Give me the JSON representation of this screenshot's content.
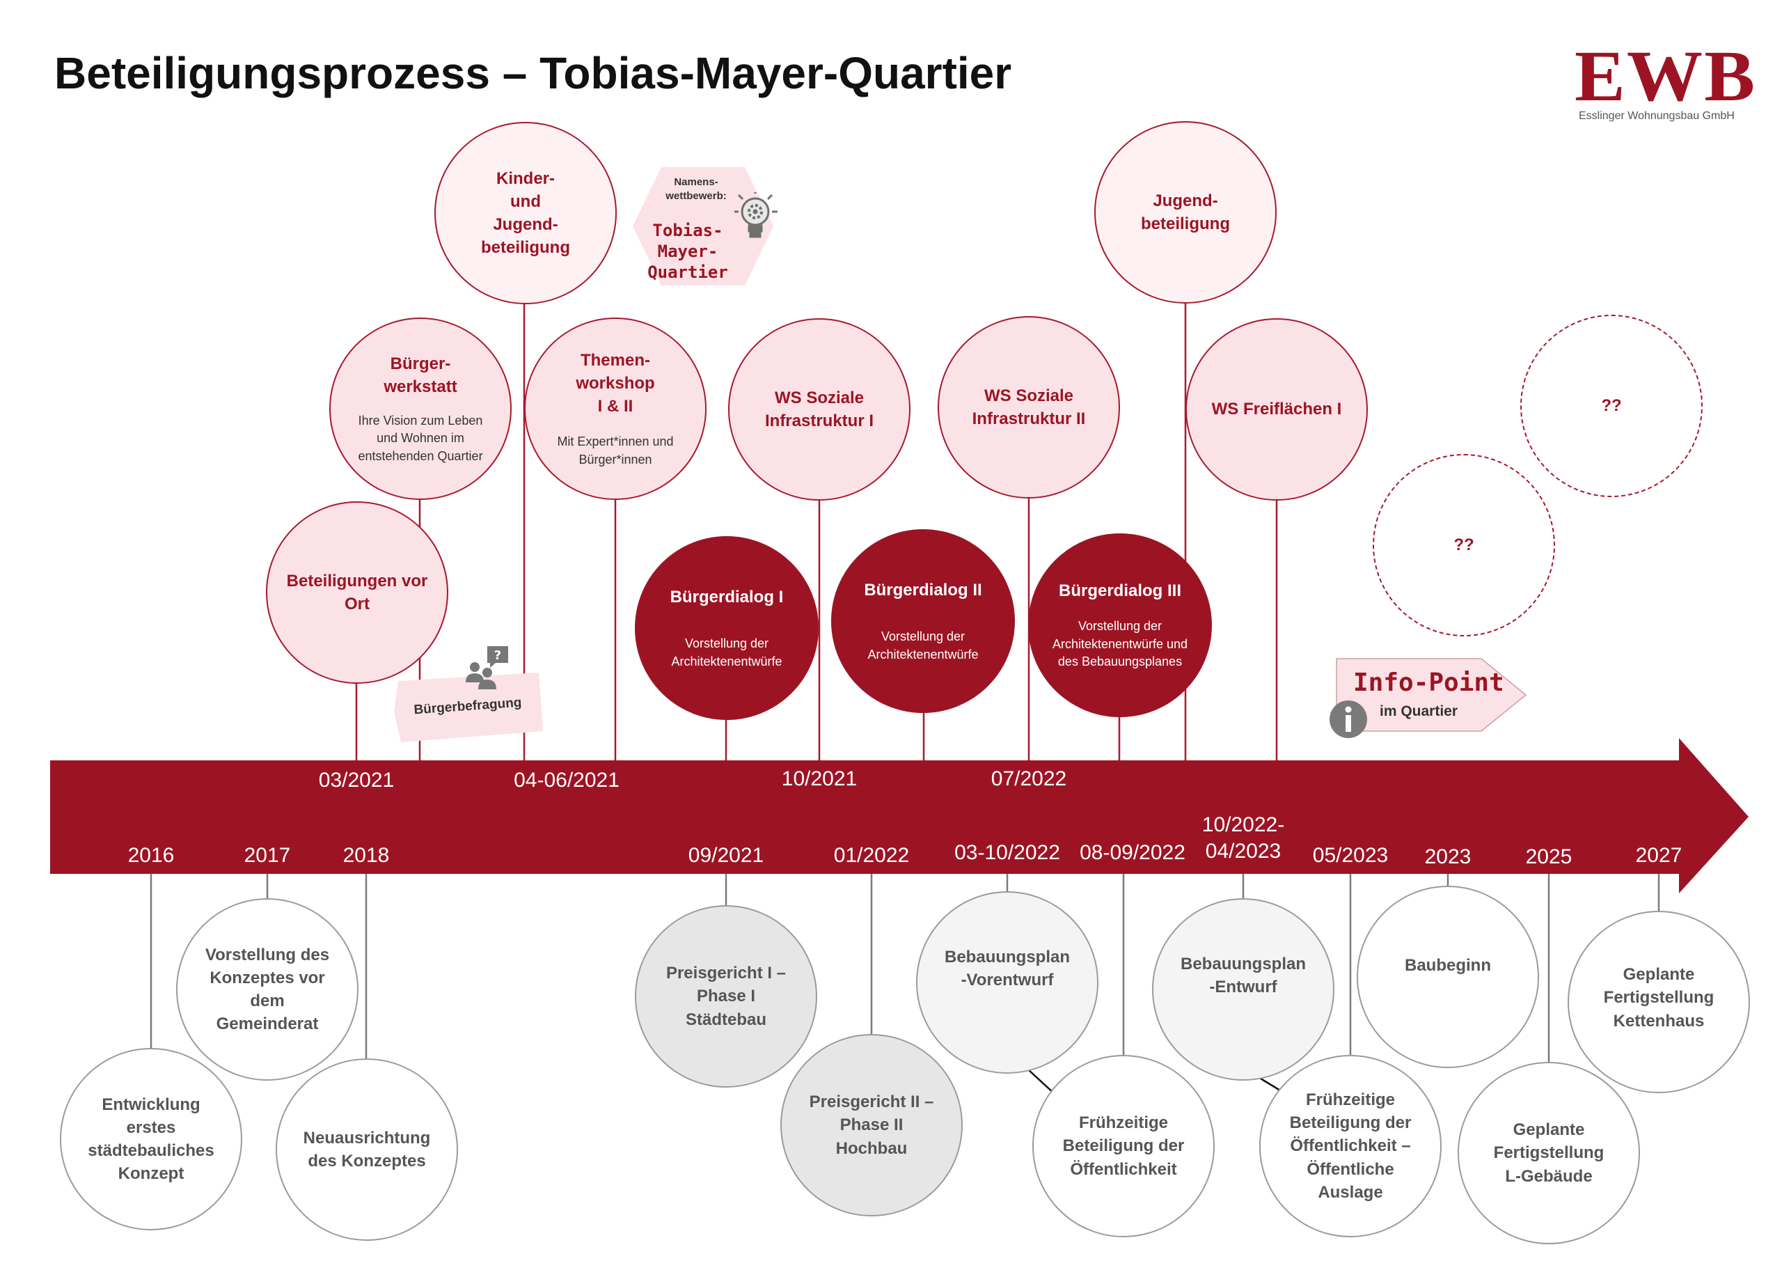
{
  "title": "Beteiligungsprozess – Tobias-Mayer-Quartier",
  "logo": {
    "mark": "EWB",
    "subtitle": "Esslinger Wohnungsbau GmbH"
  },
  "colors": {
    "dark_red": "#9c1424",
    "pink": "#fbe2e6",
    "grey": "#9b9b9b"
  },
  "above_timeline": {
    "kinder_jugend": {
      "title": "Kinder- und Jugend- beteiligung"
    },
    "buergerwerkstatt": {
      "title": "Bürger- werkstatt",
      "desc": "Ihre Vision zum Leben und Wohnen im entstehenden Quartier"
    },
    "beteiligungen_vor_ort": {
      "title": "Beteiligungen vor Ort"
    },
    "themenworkshop": {
      "title": "Themen- workshop I & II",
      "desc": "Mit Expert*innen und Bürger*innen"
    },
    "ws_soziale_1": {
      "title": "WS Soziale Infrastruktur I"
    },
    "ws_soziale_2": {
      "title": "WS Soziale Infrastruktur II"
    },
    "jugendbeteiligung": {
      "title": "Jugend- beteiligung"
    },
    "ws_freiflaechen": {
      "title": "WS Freiflächen I"
    },
    "buergerdialog_1": {
      "title": "Bürgerdialog I",
      "desc": "Vorstellung der Architektenentwürfe"
    },
    "buergerdialog_2": {
      "title": "Bürgerdialog II",
      "desc": "Vorstellung der Architektenentwürfe"
    },
    "buergerdialog_3": {
      "title": "Bürgerdialog III",
      "desc": "Vorstellung der Architektenentwürfe und des Bebauungsplanes"
    },
    "unknown_1": {
      "title": "??"
    },
    "unknown_2": {
      "title": "??"
    }
  },
  "namenswettbewerb": {
    "label": "Namens- wettbewerb:",
    "name": "Tobias- Mayer- Quartier"
  },
  "buergerbefragung": {
    "label": "Bürgerbefragung"
  },
  "info_point": {
    "title": "Info-Point",
    "sub": "im Quartier"
  },
  "dates_top": [
    "03/2021",
    "04-06/2021",
    "10/2021",
    "07/2022"
  ],
  "dates_bottom": [
    "2016",
    "2017",
    "2018",
    "09/2021",
    "01/2022",
    "03-10/2022",
    "08-09/2022",
    "10/2022- 04/2023",
    "05/2023",
    "2023",
    "2025",
    "2027"
  ],
  "below_timeline": {
    "entwicklung": "Entwicklung erstes städtebauliches Konzept",
    "vorstellung": "Vorstellung des Konzeptes vor dem Gemeinderat",
    "neuausrichtung": "Neuausrichtung des Konzeptes",
    "preisgericht_1": "Preisgericht I – Phase I Städtebau",
    "preisgericht_2": "Preisgericht II – Phase II Hochbau",
    "bplan_vorentwurf": "Bebauungsplan -Vorentwurf",
    "fruehzeitige_1": "Frühzeitige Beteiligung der Öffentlichkeit",
    "bplan_entwurf": "Bebauungsplan -Entwurf",
    "fruehzeitige_2": "Frühzeitige Beteiligung der Öffentlichkeit – Öffentliche Auslage",
    "baubeginn": "Baubeginn",
    "l_gebaeude": "Geplante Fertigstellung L-Gebäude",
    "kettenhaus": "Geplante Fertigstellung Kettenhaus"
  }
}
